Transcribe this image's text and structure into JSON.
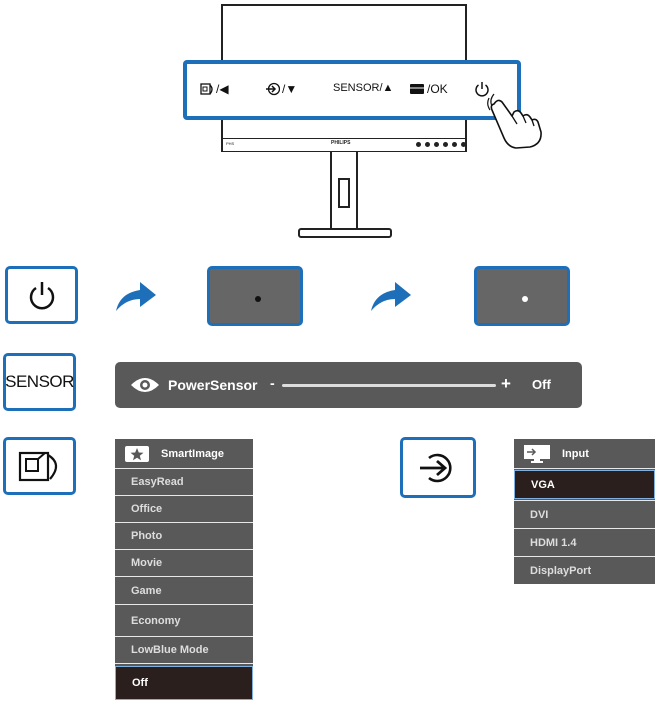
{
  "monitor": {
    "brand": "PHILIPS",
    "corner_label": "PHS"
  },
  "button_bar": {
    "smartimage_label": "/◀",
    "input_label": "/▼",
    "sensor_label": "SENSOR/▲",
    "menu_label": "/OK"
  },
  "sensor_key_label": "SENSOR",
  "powersensor": {
    "title": "PowerSensor",
    "minus": "-",
    "plus": "+",
    "value": "Off",
    "slider_level": 0
  },
  "smartimage_menu": {
    "header": "SmartImage",
    "items": [
      "EasyRead",
      "Office",
      "Photo",
      "Movie",
      "Game",
      "Economy",
      "LowBlue Mode",
      "Off"
    ],
    "selected": "Off"
  },
  "input_menu": {
    "header": "Input",
    "items": [
      "VGA",
      "DVI",
      "HDMI 1.4",
      "DisplayPort"
    ],
    "selected": "VGA"
  },
  "colors": {
    "accent_blue": "#1c6fb8",
    "panel_grey": "#595959",
    "selected_dark": "#2a1f1c",
    "arrow_blue": "#1c6fb8"
  },
  "icons": [
    "power-icon",
    "smartimage-icon",
    "input-icon",
    "menu-icon",
    "eye-icon",
    "star-icon",
    "monitor-input-icon",
    "hand-icon",
    "curved-arrow-icon"
  ]
}
